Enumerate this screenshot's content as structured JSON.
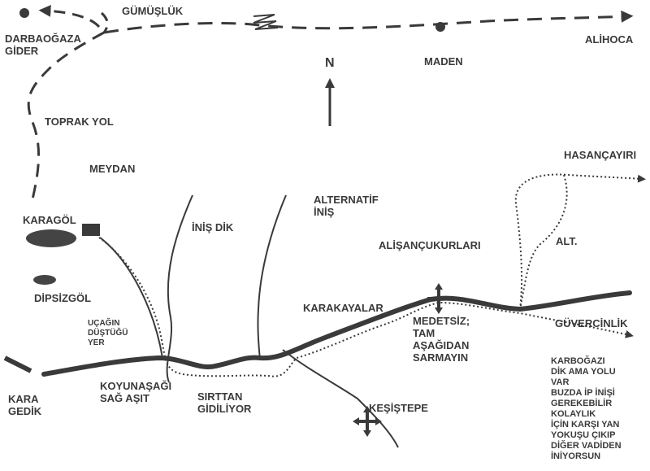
{
  "colors": {
    "ink": "#3a3a3a",
    "lake": "#444444",
    "background": "#ffffff"
  },
  "labels": {
    "gumusluk": "GÜMÜŞLÜK",
    "darbogaz": "DARBAOĞAZA\nGİDER",
    "alihoca": "ALİHOCA",
    "maden": "MADEN",
    "north": "N",
    "toprak_yol": "TOPRAK YOL",
    "meydan": "MEYDAN",
    "hasancayiri": "HASANÇAYIRI",
    "karagol": "KARAGÖL",
    "inis_dik": "İNİŞ DİK",
    "alternatif": "ALTERNATİF\nİNİŞ",
    "alisancukurlari": "ALİŞANÇUKURLARI",
    "alt": "ALT.",
    "dipsizgol": "DİPSİZGÖL",
    "ucagin": "UÇAĞIN\nDÜŞTÜĞÜ\nYER",
    "karakayalar": "KARAKAYALAR",
    "medetsiz": "MEDETSİZ;\nTAM\nAŞAĞIDAN\nSARMAYIN",
    "guvercinlik": "GÜVERCİNLİK",
    "koyunasagi": "KOYUNAŞAĞI\nSAĞ AŞIT",
    "sirttan": "SIRTTAN\nGİDİLİYOR",
    "kara_gedik": "KARA\nGEDİK",
    "kesistepe": "KEŞİŞTEPE",
    "karbogazi": "KARBOĞAZI\nDİK AMA YOLU\nVAR\nBUZDA İP İNİŞİ\nGEREKEBİLİR\nKOLAYLIK\nİÇİN KARŞI YAN\nYOKUŞU ÇIKIP\nDİĞER VADİDEN\nİNİYORSUN"
  }
}
